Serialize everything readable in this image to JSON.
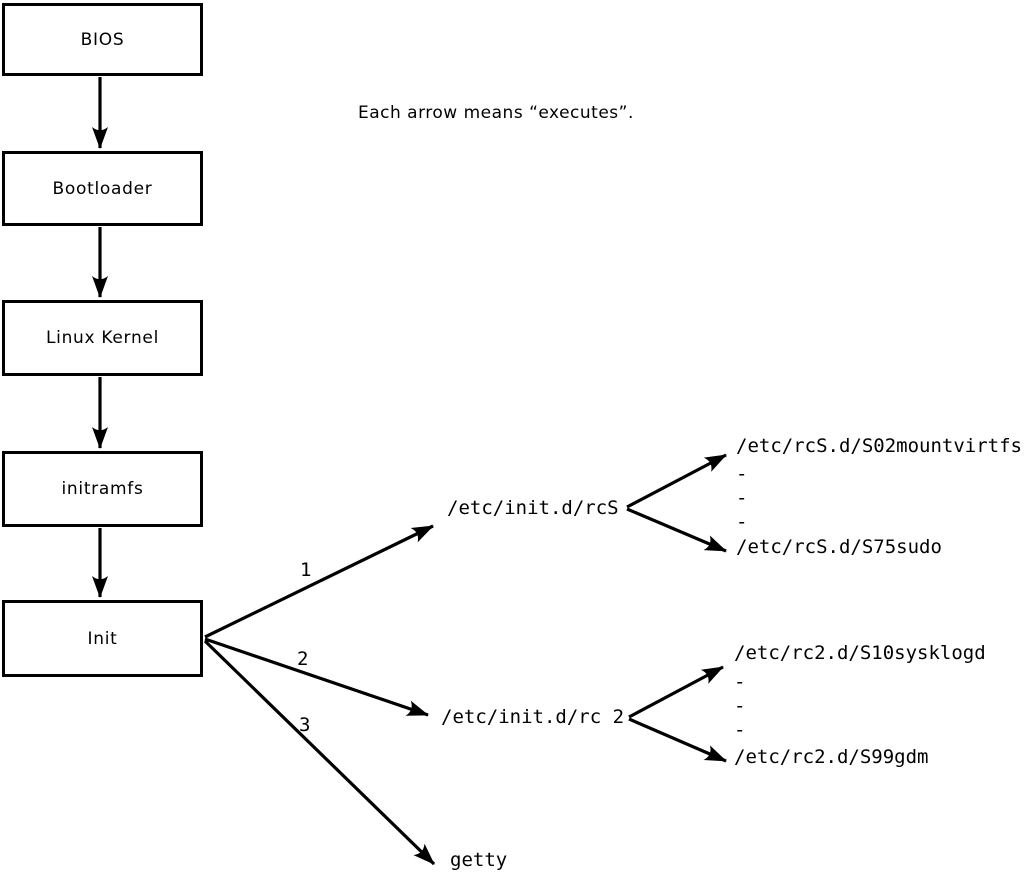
{
  "note": "Each arrow means “executes”.",
  "boxes": [
    {
      "label": "BIOS"
    },
    {
      "label": "Bootloader"
    },
    {
      "label": "Linux Kernel"
    },
    {
      "label": "initramfs"
    },
    {
      "label": "Init"
    }
  ],
  "fan": {
    "labels": {
      "one": "1",
      "two": "2",
      "three": "3"
    },
    "targets": {
      "rcS": "/etc/init.d/rcS",
      "rc2": "/etc/init.d/rc 2",
      "getty": "getty"
    }
  },
  "rcS_branch": {
    "top": "/etc/rcS.d/S02mountvirtfs",
    "dashes": [
      "-",
      "-",
      "-"
    ],
    "bottom": "/etc/rcS.d/S75sudo"
  },
  "rc2_branch": {
    "top": "/etc/rc2.d/S10sysklogd",
    "dashes": [
      "-",
      "-",
      "-"
    ],
    "bottom": "/etc/rc2.d/S99gdm"
  },
  "colors": {
    "stroke": "#000000",
    "background": "#ffffff"
  }
}
